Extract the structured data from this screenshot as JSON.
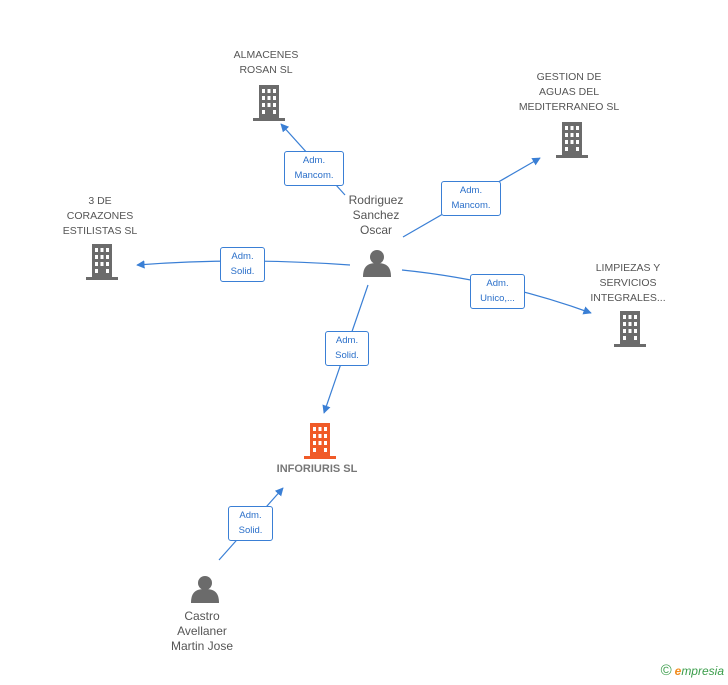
{
  "colors": {
    "edge": "#3a7fd5",
    "company": "#6b6b6b",
    "focus_company": "#f05a28",
    "person": "#6b6b6b"
  },
  "nodes": {
    "almacenes": {
      "label": "ALMACENES\nROSAN SL",
      "icon": "building-icon"
    },
    "gestion": {
      "label": "GESTION DE\nAGUAS DEL\nMEDITERRANEO SL",
      "icon": "building-icon"
    },
    "corazones": {
      "label": "3 DE\nCORAZONES\nESTILISTAS SL",
      "icon": "building-icon"
    },
    "limpiezas": {
      "label": "LIMPIEZAS Y\nSERVICIOS\nINTEGRALES...",
      "icon": "building-icon"
    },
    "inforiuris": {
      "label": "INFORIURIS SL",
      "icon": "building-icon"
    },
    "rodriguez": {
      "label": "Rodriguez\nSanchez\nOscar",
      "icon": "person-icon"
    },
    "castro": {
      "label": "Castro\nAvellaner\nMartin Jose",
      "icon": "person-icon"
    }
  },
  "edges": {
    "e_almacenes": "Adm.\nMancom.",
    "e_gestion": "Adm.\nMancom.",
    "e_corazones": "Adm.\nSolid.",
    "e_limpiezas": "Adm.\nUnico,...",
    "e_inforiuris": "Adm.\nSolid.",
    "e_castro": "Adm.\nSolid."
  },
  "footer": {
    "copyright": "©",
    "brand_first": "e",
    "brand_rest": "mpresia"
  }
}
